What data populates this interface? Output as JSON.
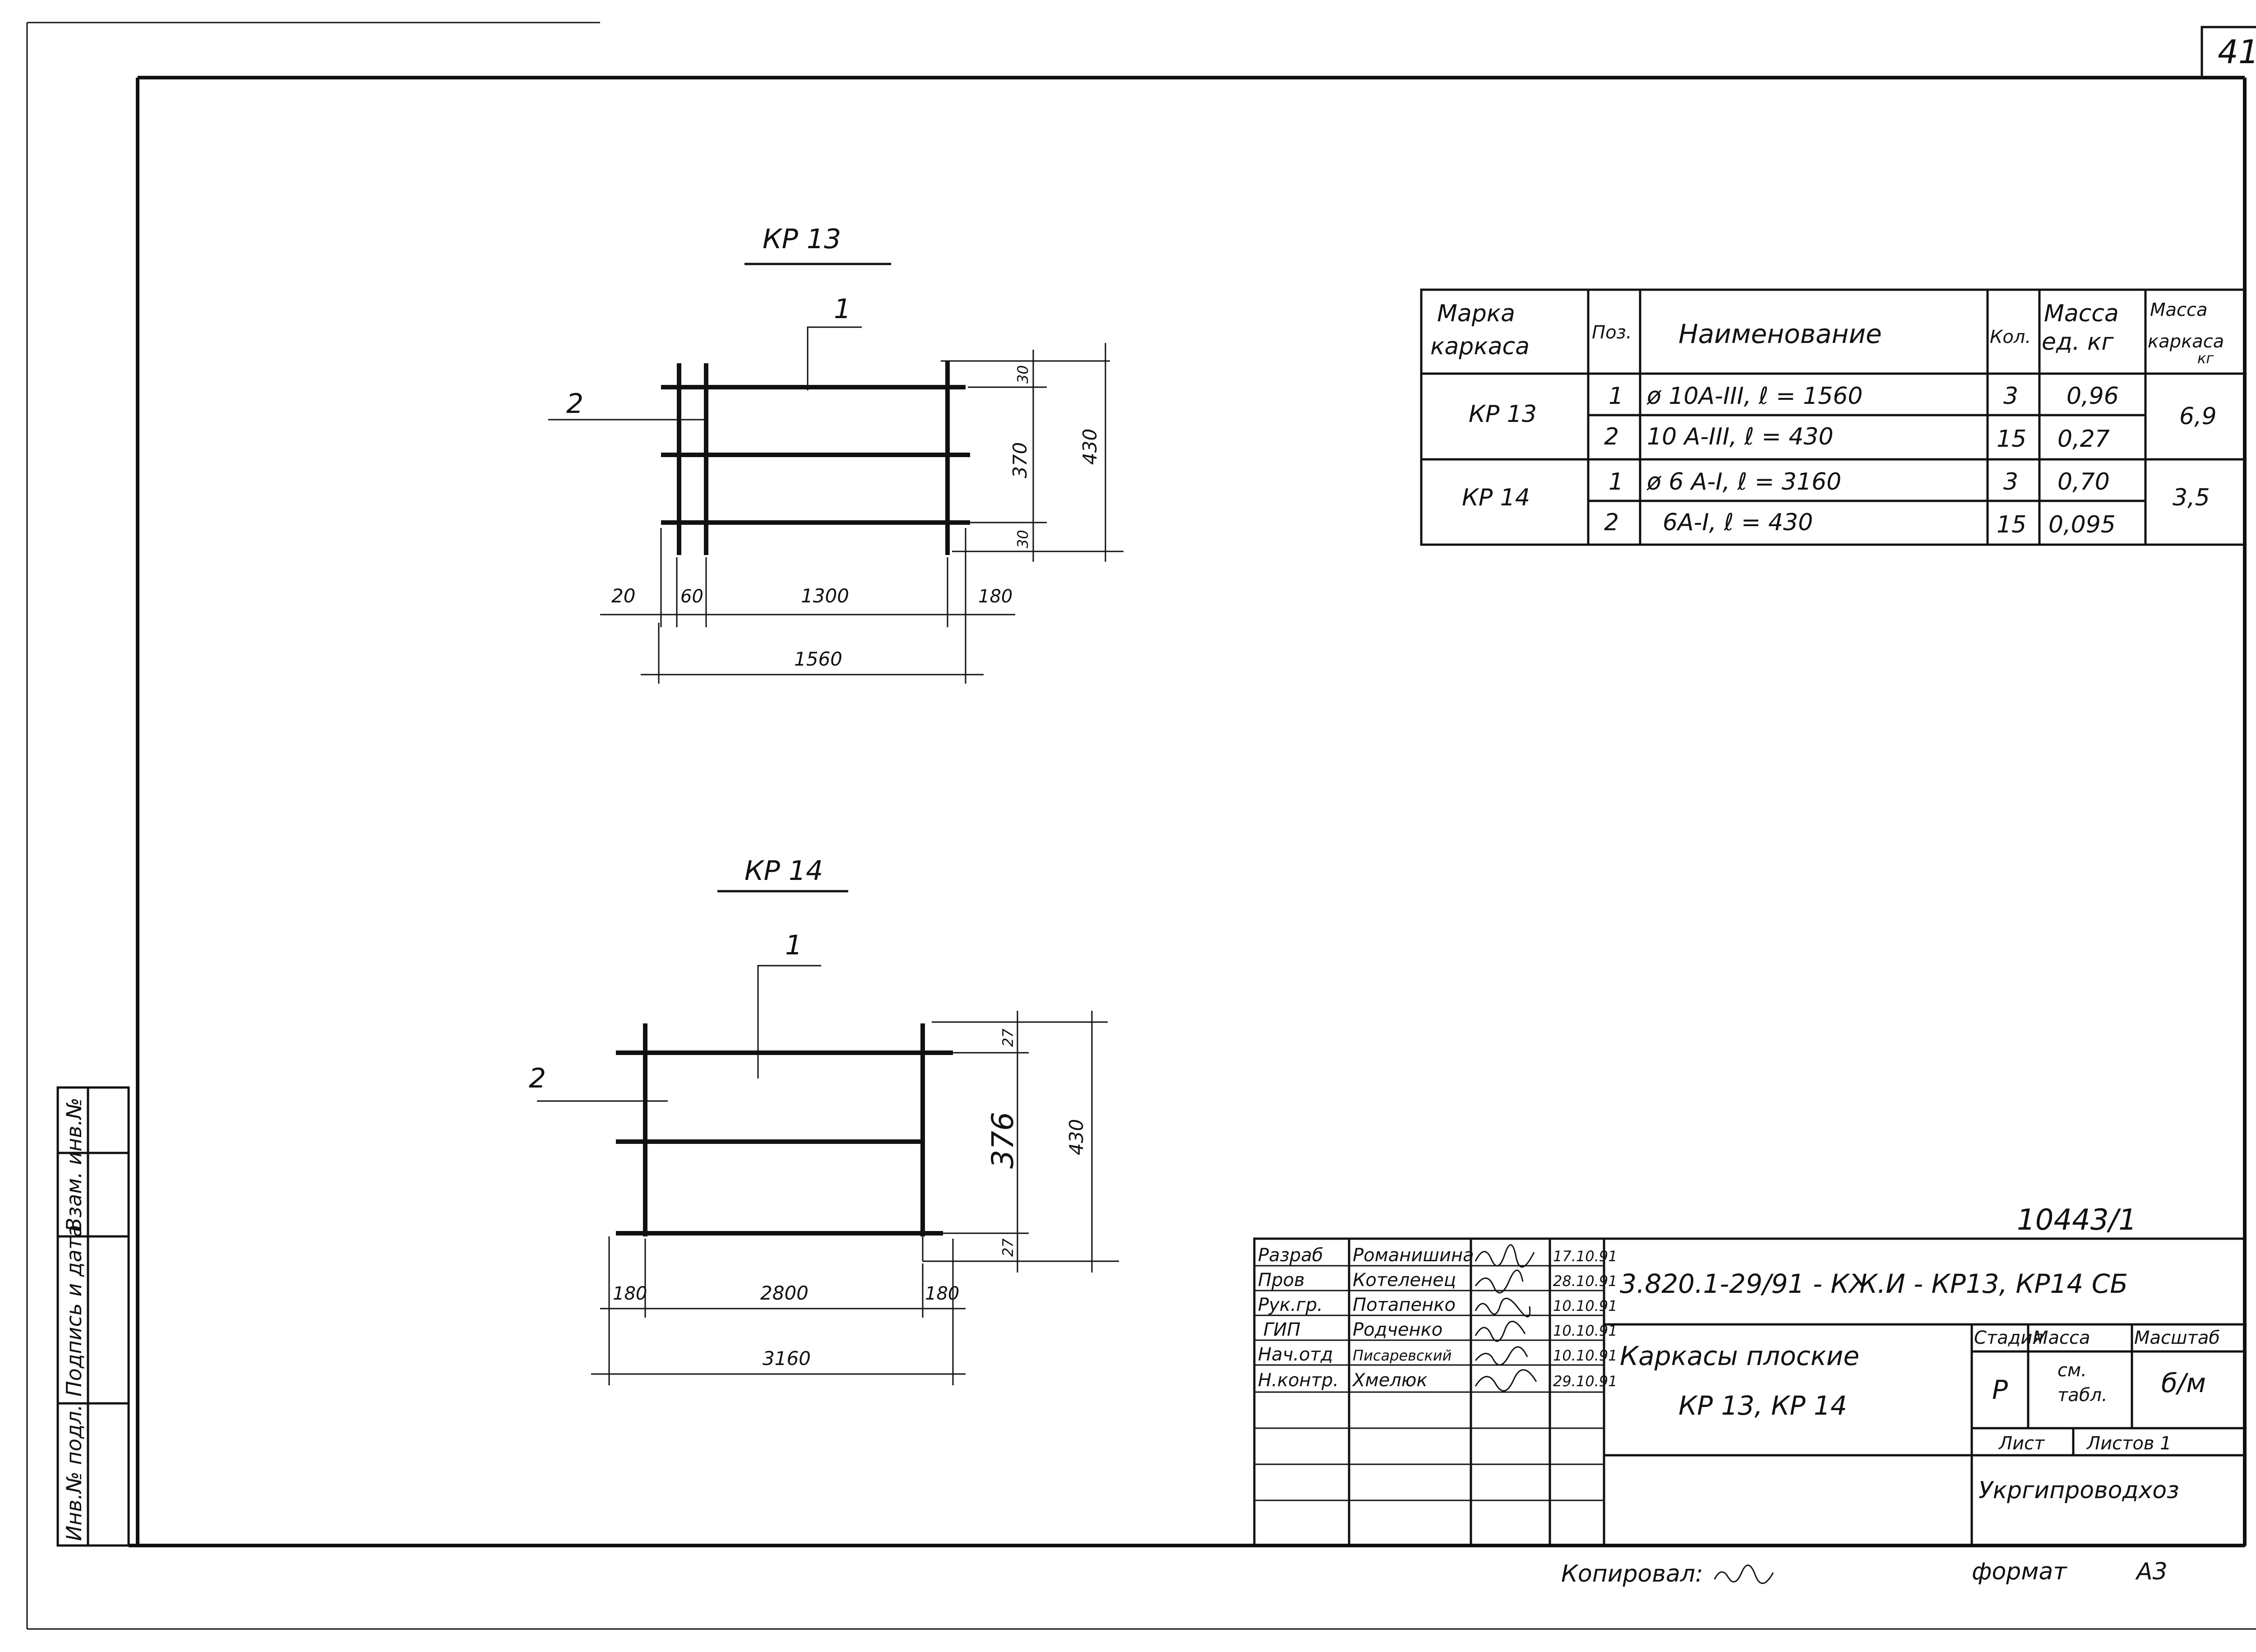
{
  "sheet_number": "41",
  "stamp_number": "10443/1",
  "drawings": {
    "kr13": {
      "title": "КР 13",
      "pos1": "1",
      "pos2": "2",
      "dims": {
        "d30_top": "30",
        "d370": "370",
        "d30_bottom": "30",
        "d430": "430",
        "d20": "20",
        "d60": "60",
        "d1300": "1300",
        "d180": "180",
        "d1560": "1560"
      }
    },
    "kr14": {
      "title": "КР 14",
      "pos1": "1",
      "pos2": "2",
      "dims": {
        "d27_top": "27",
        "d376": "376",
        "d27_bottom": "27",
        "d430": "430",
        "d180_left": "180",
        "d2800": "2800",
        "d180_right": "180",
        "d3160": "3160"
      }
    }
  },
  "spec_table": {
    "headers": {
      "mark": [
        "Марка",
        "каркаса"
      ],
      "pos": "Поз.",
      "name": "Наименование",
      "qty": "Кол.",
      "unit_mass": [
        "Масса",
        "ед. кг"
      ],
      "frame_mass": [
        "Масса",
        "каркаса",
        "кг"
      ]
    },
    "groups": [
      {
        "mark": "КР 13",
        "frame_mass": "6,9",
        "rows": [
          {
            "pos": "1",
            "name": "ø 10А-III, ℓ = 1560",
            "qty": "3",
            "mass": "0,96"
          },
          {
            "pos": "2",
            "name": "10 А-III, ℓ = 430",
            "qty": "15",
            "mass": "0,27"
          }
        ]
      },
      {
        "mark": "КР 14",
        "frame_mass": "3,5",
        "rows": [
          {
            "pos": "1",
            "name": "ø 6 А-I, ℓ = 3160",
            "qty": "3",
            "mass": "0,70"
          },
          {
            "pos": "2",
            "name": "6А-I, ℓ = 430",
            "qty": "15",
            "mass": "0,095"
          }
        ]
      }
    ]
  },
  "left_strip": {
    "labels": [
      "Инв.№ подл.",
      "Подпись и дата",
      "Взам. инв.№"
    ]
  },
  "title_block": {
    "code": "3.820.1-29/91 - КЖ.И - КР13, КР14 СБ",
    "signers": [
      {
        "role": "Разраб",
        "name": "Романишина",
        "date": "17.10.91"
      },
      {
        "role": "Пров",
        "name": "Котеленец",
        "date": "28.10.91"
      },
      {
        "role": "Рук.гр.",
        "name": "Потапенко",
        "date": "10.10.91"
      },
      {
        "role": "ГИП",
        "name": "Родченко",
        "date": "10.10.91"
      },
      {
        "role": "Нач.отд",
        "name": "Писаревский",
        "date": "10.10.91"
      },
      {
        "role": "Н.контр.",
        "name": "Хмелюк",
        "date": "29.10.91"
      }
    ],
    "doc_title_line1": "Каркасы плоские",
    "doc_title_line2": "КР 13, КР 14",
    "stage_label": "Стадия",
    "mass_label": "Масса",
    "scale_label": "Масштаб",
    "stage_value": "Р",
    "mass_value_line1": "см.",
    "mass_value_line2": "табл.",
    "scale_value": "б/м",
    "sheet_label": "Лист",
    "sheets_label": "Листов 1",
    "organization": "Укргипроводхоз"
  },
  "copied_by_label": "Копировал:",
  "format_label": "формат",
  "format_value": "А3"
}
